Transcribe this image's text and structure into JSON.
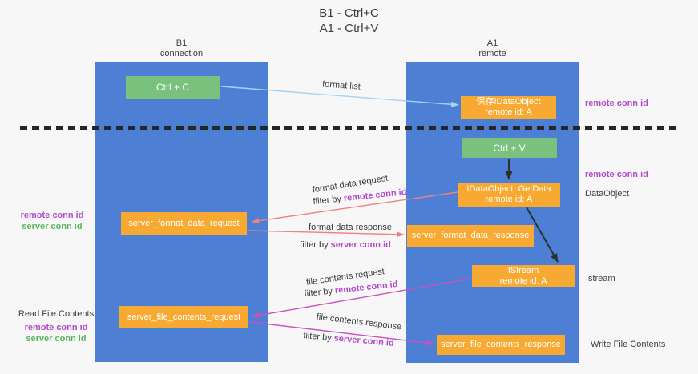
{
  "title": {
    "line1": "B1 - Ctrl+C",
    "line2": "A1 - Ctrl+V"
  },
  "lifelines": {
    "left": {
      "name": "B1",
      "role": "connection"
    },
    "right": {
      "name": "A1",
      "role": "remote"
    }
  },
  "boxes": {
    "ctrl_c": {
      "label": "Ctrl + C"
    },
    "ctrl_v": {
      "label": "Ctrl + V"
    },
    "save_idataobject": {
      "line1": "保存IDataObject",
      "line2": "remote id: A"
    },
    "getdata": {
      "line1": "IDataObject::GetData",
      "line2": "remote id: A"
    },
    "istream": {
      "line1": "IStream",
      "line2": "remote id: A"
    },
    "format_request": {
      "label": "server_format_data_request"
    },
    "format_response": {
      "label": "server_format_data_response"
    },
    "file_request": {
      "label": "server_file_contents_request"
    },
    "file_response": {
      "label": "server_file_contents_response"
    }
  },
  "arrows": {
    "format_list": {
      "label": "format list"
    },
    "format_data_request": {
      "label": "format data request",
      "filter_prefix": "filter by",
      "filter_key": "remote conn id"
    },
    "format_data_response": {
      "label": "format data response",
      "filter_prefix": "filter by",
      "filter_key": "server conn id"
    },
    "file_contents_request": {
      "label": "file contents request",
      "filter_prefix": "filter by",
      "filter_key": "remote conn id"
    },
    "file_contents_response": {
      "label": "file contents response",
      "filter_prefix": "filter by",
      "filter_key": "server conn id"
    }
  },
  "annotations": {
    "right_top_conn_id": "remote conn id",
    "right_mid_conn_id": "remote conn id",
    "right_dataobject": "DataObject",
    "right_istream": "Istream",
    "right_write_file": "Write File Contents",
    "left_mid_remote": "remote conn id",
    "left_mid_server": "server conn id",
    "left_read_file": "Read File Contents",
    "left_bottom_remote": "remote conn id",
    "left_bottom_server": "server conn id"
  },
  "colors": {
    "lifeline_blue": "#4d80d4",
    "box_orange": "#f8a931",
    "box_green": "#79c17d",
    "arrow_red": "#ef8080",
    "arrow_magenta": "#cb51c3",
    "arrow_light_blue": "#a7d1f1",
    "arrow_black": "#2f2f2f",
    "label_purple": "#b34bc9",
    "label_green": "#58b35b",
    "text_dark": "#3d3d3d",
    "background": "#f7f7f8"
  }
}
